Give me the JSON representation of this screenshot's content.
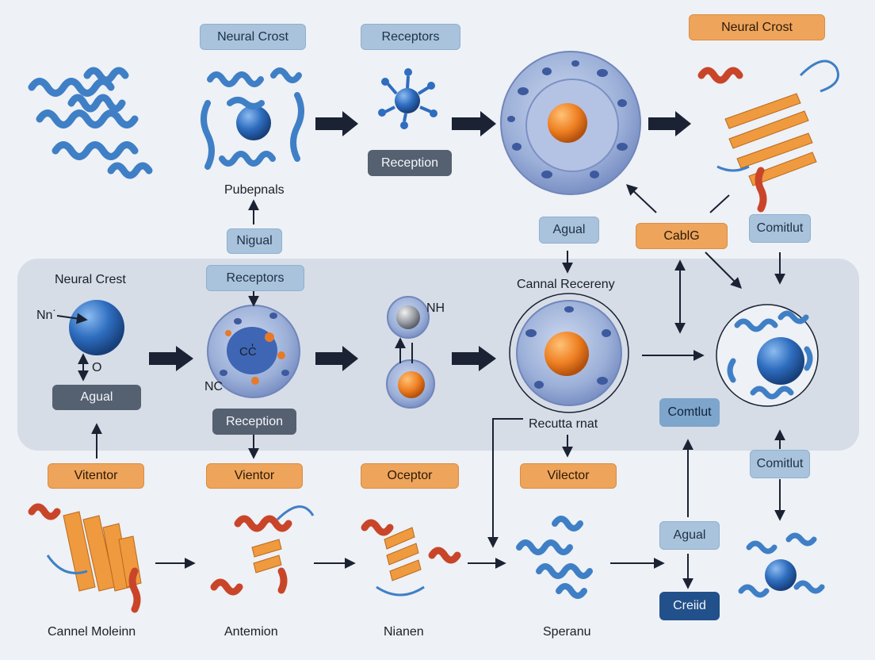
{
  "colors": {
    "background": "#eef1f5",
    "band": "#d6dde7",
    "helix_blue": "#3f7fc6",
    "strand_orange": "#ef9a3e",
    "helix_red": "#c9452a",
    "arrow": "#1a2233"
  },
  "top_row": {
    "neural_crost_label": "Neural Crost",
    "receptors_label": "Receptors",
    "neural_crost_right_label": "Neural Crost",
    "reception_label": "Reception",
    "pubepnals_caption": "Pubepnals",
    "nigual_label": "Nigual"
  },
  "middle_band": {
    "neural_crest_caption": "Neural Crest",
    "nn_caption": "Nn˙",
    "o_caption": "O",
    "agual_dark_label": "Agual",
    "receptors_label": "Receptors",
    "cc_caption": "CC̓",
    "nc_caption": "NC",
    "reception_label": "Reception",
    "nh_caption": "NH",
    "canal_caption": "Cannal Recereny",
    "recutta_caption": "Recutta rnat",
    "agual_label": "Agual",
    "cablg_label": "CablG",
    "comitlut_top_label": "Comitlut",
    "comitlut_mid_label": "Comtlut",
    "comitlut_low_label": "Comitlut"
  },
  "bottom_row": {
    "vitentor_label": "Vitentor",
    "vientor_label": "Vientor",
    "oceptor_label": "Oceptor",
    "vilector_label": "Vilector",
    "agual_label": "Agual",
    "creiid_label": "Creiid",
    "caption_1": "Cannel Moleinn",
    "caption_2": "Antemion",
    "caption_3": "Nianen",
    "caption_4": "Speranu"
  }
}
